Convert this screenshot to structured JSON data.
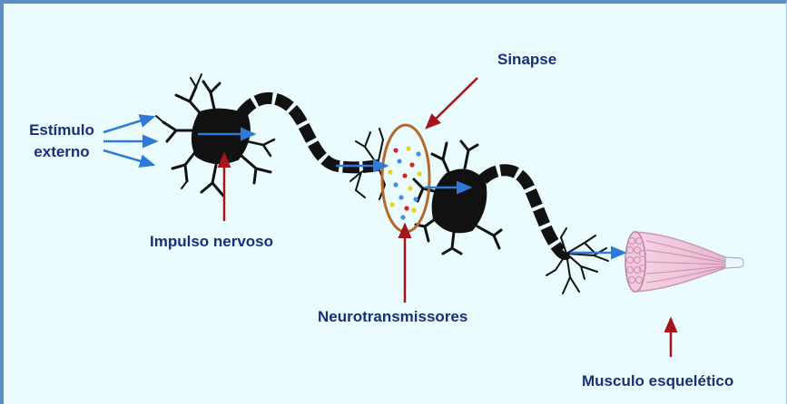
{
  "labels": {
    "stimulus_line1": "Estímulo",
    "stimulus_line2": "externo",
    "impulse": "Impulso nervoso",
    "synapse": "Sinapse",
    "neurotransmitters": "Neurotransmissores",
    "muscle": "Musculo esquelético"
  },
  "colors": {
    "background": "#eafcfd",
    "frame_border": "#5a8fc8",
    "label_text": "#1a2f78",
    "neuron": "#111111",
    "signal_arrow": "#2e7ad6",
    "pointer_arrow": "#a5141c",
    "synapse_outline": "#b8682a",
    "muscle_fill": "#f3cfe0"
  },
  "icons": [
    "neuron-1-icon",
    "neuron-2-icon",
    "synapse-ellipse-icon",
    "muscle-icon"
  ]
}
